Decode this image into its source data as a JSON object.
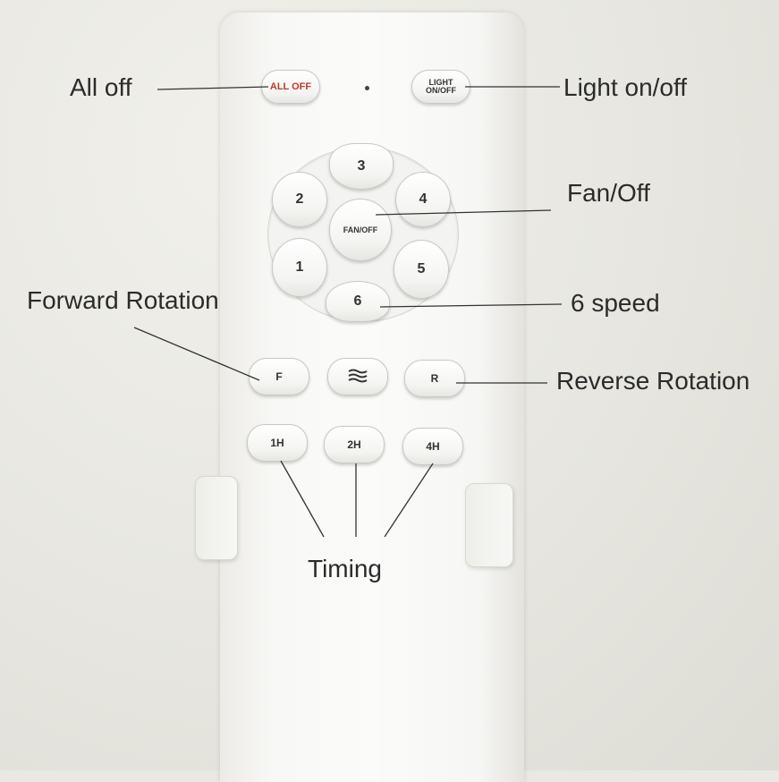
{
  "annotations": {
    "all_off": "All off",
    "light": "Light on/off",
    "fan_off": "Fan/Off",
    "forward": "Forward Rotation",
    "speed": "6 speed",
    "reverse": "Reverse Rotation",
    "timing": "Timing"
  },
  "buttons": {
    "all_off": "ALL OFF",
    "light_line1": "LIGHT",
    "light_line2": "ON/OFF",
    "fan_off": "FAN/OFF",
    "speeds": [
      "1",
      "2",
      "3",
      "4",
      "5",
      "6"
    ],
    "forward": "F",
    "breeze_icon": "wave-icon",
    "reverse": "R",
    "timers": [
      "1H",
      "2H",
      "4H"
    ]
  },
  "colors": {
    "all_off_text": "#c0392b",
    "remote_body": "#f8f8f6",
    "label_text": "#2b2b2b"
  }
}
